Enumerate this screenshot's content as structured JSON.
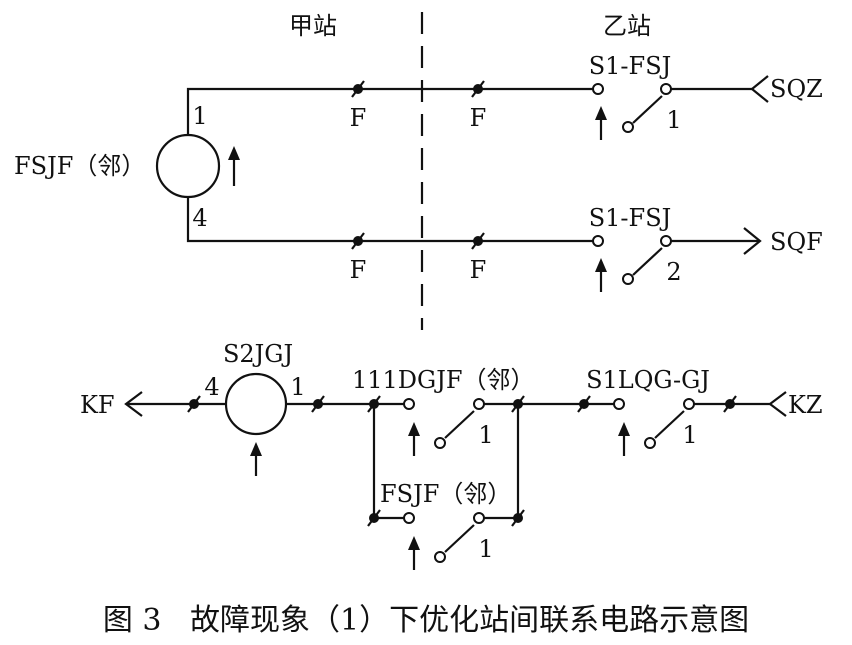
{
  "stations": {
    "left": "甲站",
    "right": "乙站"
  },
  "upper": {
    "relay": "FSJF（邻）",
    "pin_top": "1",
    "pin_bottom": "4",
    "fuse_label": "F",
    "contact_label": "S1-FSJ",
    "contact_num_top": "1",
    "contact_num_bottom": "2",
    "line_top_end": "SQZ",
    "line_bottom_end": "SQF"
  },
  "lower": {
    "left_end": "KF",
    "right_end": "KZ",
    "relay": "S2JGJ",
    "pin_left": "4",
    "pin_right": "1",
    "contact_a": "111DGJF（邻）",
    "contact_b": "S1LQG-GJ",
    "contact_c": "FSJF（邻）",
    "contact_num": "1"
  },
  "caption": "图 3   故障现象（1）下优化站间联系电路示意图"
}
